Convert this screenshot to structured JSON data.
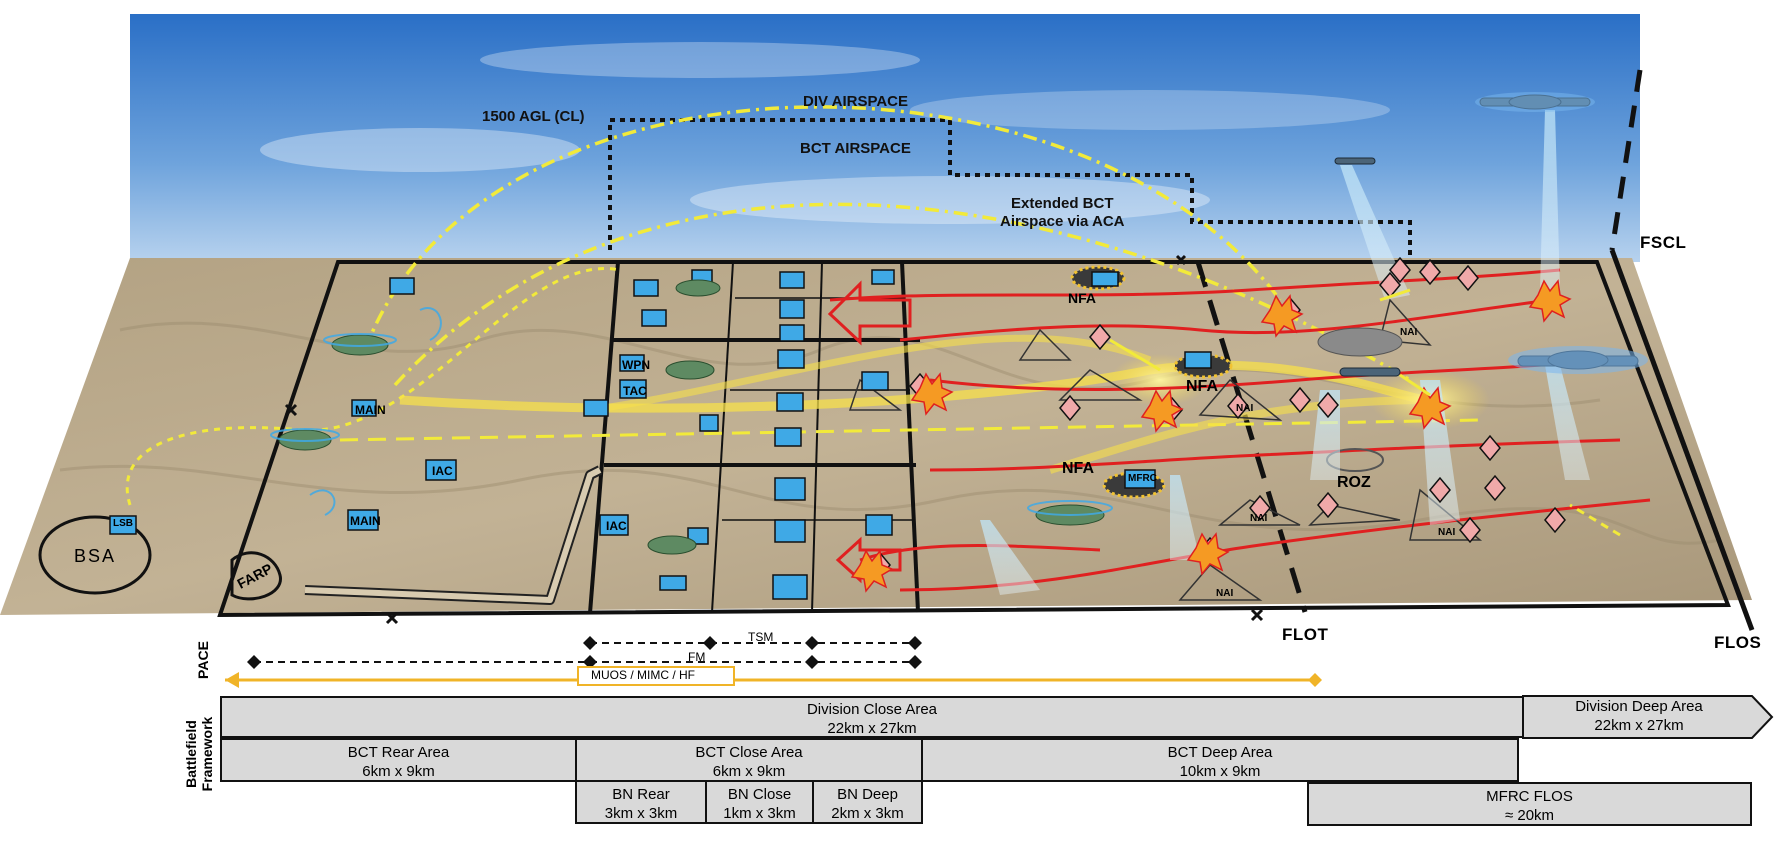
{
  "airspace": {
    "agl_label": "1500 AGL (CL)",
    "div_label": "DIV AIRSPACE",
    "bct_label": "BCT AIRSPACE",
    "extended_line1": "Extended BCT",
    "extended_line2": "Airspace via ACA"
  },
  "edges": {
    "fscl": "FSCL",
    "flot": "FLOT",
    "flos": "FLOS"
  },
  "map_labels": {
    "bsa": "BSA",
    "farp": "FARP",
    "nfa1": "NFA",
    "nfa2": "NFA",
    "nfa3": "NFA",
    "roz": "ROZ",
    "nai": "NAI",
    "main": "MAIN",
    "tac": "TAC",
    "iac": "IAC",
    "wpn": "WPN",
    "lsb": "LSB",
    "mfrc": "MFRC"
  },
  "pace": {
    "label": "PACE",
    "tsm": "TSM",
    "fm": "FM",
    "muos": "MUOS / MIMC / HF"
  },
  "framework": {
    "side_label_1": "Battlefield",
    "side_label_2": "Framework",
    "division_close": {
      "name": "Division Close Area",
      "size": "22km x 27km"
    },
    "division_deep": {
      "name": "Division Deep Area",
      "size": "22km x 27km"
    },
    "bct_rear": {
      "name": "BCT Rear Area",
      "size": "6km x 9km"
    },
    "bct_close": {
      "name": "BCT Close Area",
      "size": "6km x 9km"
    },
    "bct_deep": {
      "name": "BCT Deep Area",
      "size": "10km x 9km"
    },
    "bn_rear": {
      "name": "BN Rear",
      "size": "3km x 3km"
    },
    "bn_close": {
      "name": "BN Close",
      "size": "1km x 3km"
    },
    "bn_deep": {
      "name": "BN Deep",
      "size": "2km x 3km"
    },
    "mfrc_flos": {
      "name": "MFRC FLOS",
      "size": "≈ 20km"
    }
  },
  "colors": {
    "sky_top": "#2f74c9",
    "sky_bottom": "#a9c9ea",
    "ground": "#b9a88a",
    "arc_yellow": "#f2ea3a",
    "threat_red": "#e02020",
    "unit_blue": "#3fa9e6",
    "pace_gold": "#f0b428",
    "bar_grey": "#d9d9d9"
  },
  "icons": [
    "helicopter-icon",
    "uas-icon",
    "unit-symbol-icon",
    "threat-diamond-icon",
    "explosion-icon"
  ]
}
